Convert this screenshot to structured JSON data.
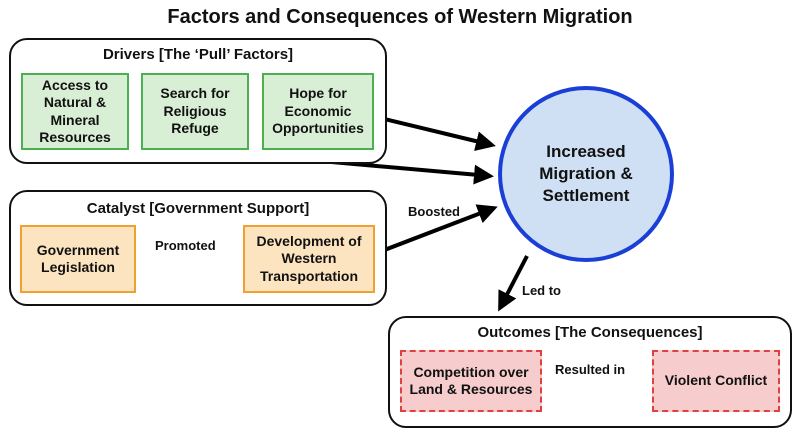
{
  "title": "Factors and Consequences of Western Migration",
  "drivers": {
    "title": "Drivers [The ‘Pull’ Factors]",
    "items": [
      "Access to\nNatural &\nMineral\nResources",
      "Search for\nReligious\nRefuge",
      "Hope for\nEconomic\nOpportunities"
    ]
  },
  "catalyst": {
    "title": "Catalyst [Government Support]",
    "legislation": "Government\nLegislation",
    "promoted_label": "Promoted",
    "transportation": "Development of\nWestern\nTransportation"
  },
  "center": {
    "label": "Increased\nMigration &\nSettlement"
  },
  "boosted_label": "Boosted",
  "led_to_label": "Led to",
  "outcomes": {
    "title": "Outcomes [The Consequences]",
    "competition": "Competition over\nLand & Resources",
    "resulted_label": "Resulted in",
    "conflict": "Violent Conflict"
  },
  "colors": {
    "driver_fill": "#d9efd5",
    "driver_border": "#4caf50",
    "catalyst_fill": "#fde4c0",
    "catalyst_border": "#f0a030",
    "outcome_fill": "#f6cccc",
    "outcome_border": "#e04040",
    "center_fill": "#cfe0f4",
    "center_border": "#1a3fd6"
  }
}
